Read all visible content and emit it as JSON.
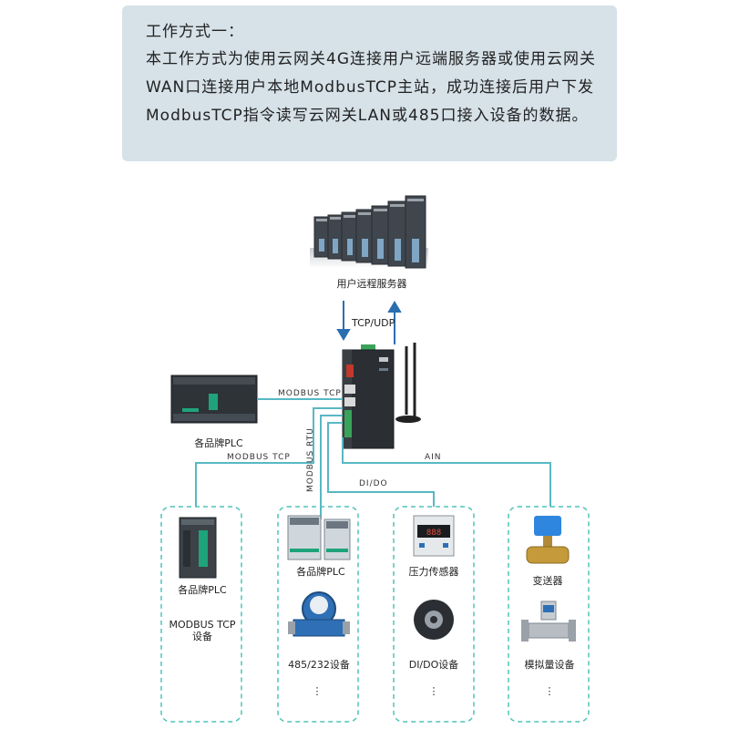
{
  "note": {
    "title": "工作方式一：",
    "body": "本工作方式为使用云网关4G连接用户远端服务器或使用云网关WAN口连接用户本地ModbusTCP主站，成功连接后用户下发ModbusTCP指令读写云网关LAN或485口接入设备的数据。"
  },
  "labels": {
    "server": "用户远程服务器",
    "tcp_udp": "TCP/UDP",
    "plc_top": "各品牌PLC",
    "link_modbus_tcp_top": "MODBUS TCP",
    "link_modbus_tcp_left": "MODBUS TCP",
    "link_modbus_rtu": "MODBUS RTU",
    "link_di_do": "DI/DO",
    "link_ain": "AIN"
  },
  "groups": [
    {
      "item1": "各品牌PLC",
      "item2": "MODBUS TCP\n设备",
      "dots": "⋮"
    },
    {
      "item1": "各品牌PLC",
      "item2": "485/232设备",
      "dots": "⋮"
    },
    {
      "item1": "压力传感器",
      "item2": "DI/DO设备",
      "dots": "⋮"
    },
    {
      "item1": "变送器",
      "item2": "模拟量设备",
      "dots": "⋮"
    }
  ],
  "colors": {
    "link": "#58b8c4",
    "arrow": "#2a6fb0",
    "dashed": "#4fc3b8",
    "box": "#d6e1e8"
  }
}
